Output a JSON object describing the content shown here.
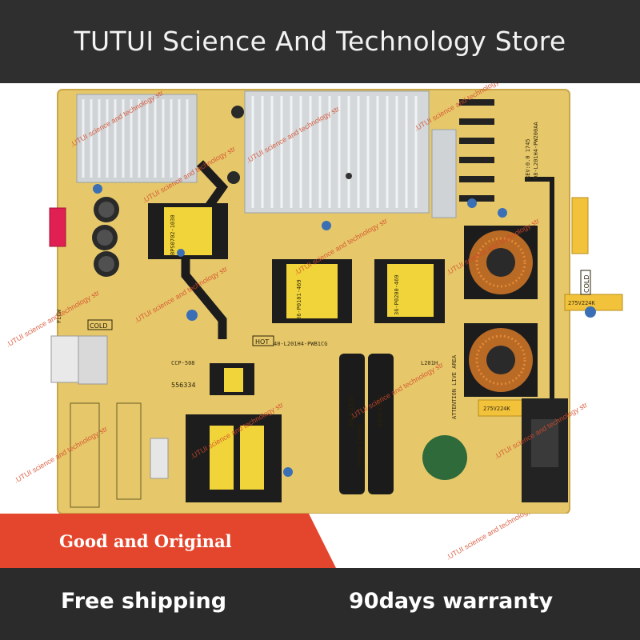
{
  "banner": {
    "title": "TUTUI Science And Technology Store"
  },
  "watermark": {
    "text": ".UTUI science and technology str"
  },
  "board": {
    "labels": {
      "cold_left": "COLD",
      "cold_right": "COLD",
      "hot": "HOT",
      "model": "40-L201H4-PWB1CG",
      "ccp": "CCP-508",
      "num": "556334",
      "flow": "FLOW",
      "attention": "ATTENTION LIVE AREA",
      "rev": "REV:0.0 1745",
      "part": "08-L201H4-PW200AA",
      "cap1": "68uF450V",
      "cap2": "68uF450V",
      "cap_brand": "Chong Chang",
      "xcap1": "275V224K",
      "xcap2": "275V224K",
      "trafo1": "BPS0702-1030",
      "trafo2": "36-P0101-469",
      "trafo3": "36-P0200-469",
      "l201h": "L201H"
    }
  },
  "promo": {
    "tag": "Good and Original"
  },
  "footer": {
    "shipping": "Free shipping",
    "warranty": "90days warranty"
  }
}
